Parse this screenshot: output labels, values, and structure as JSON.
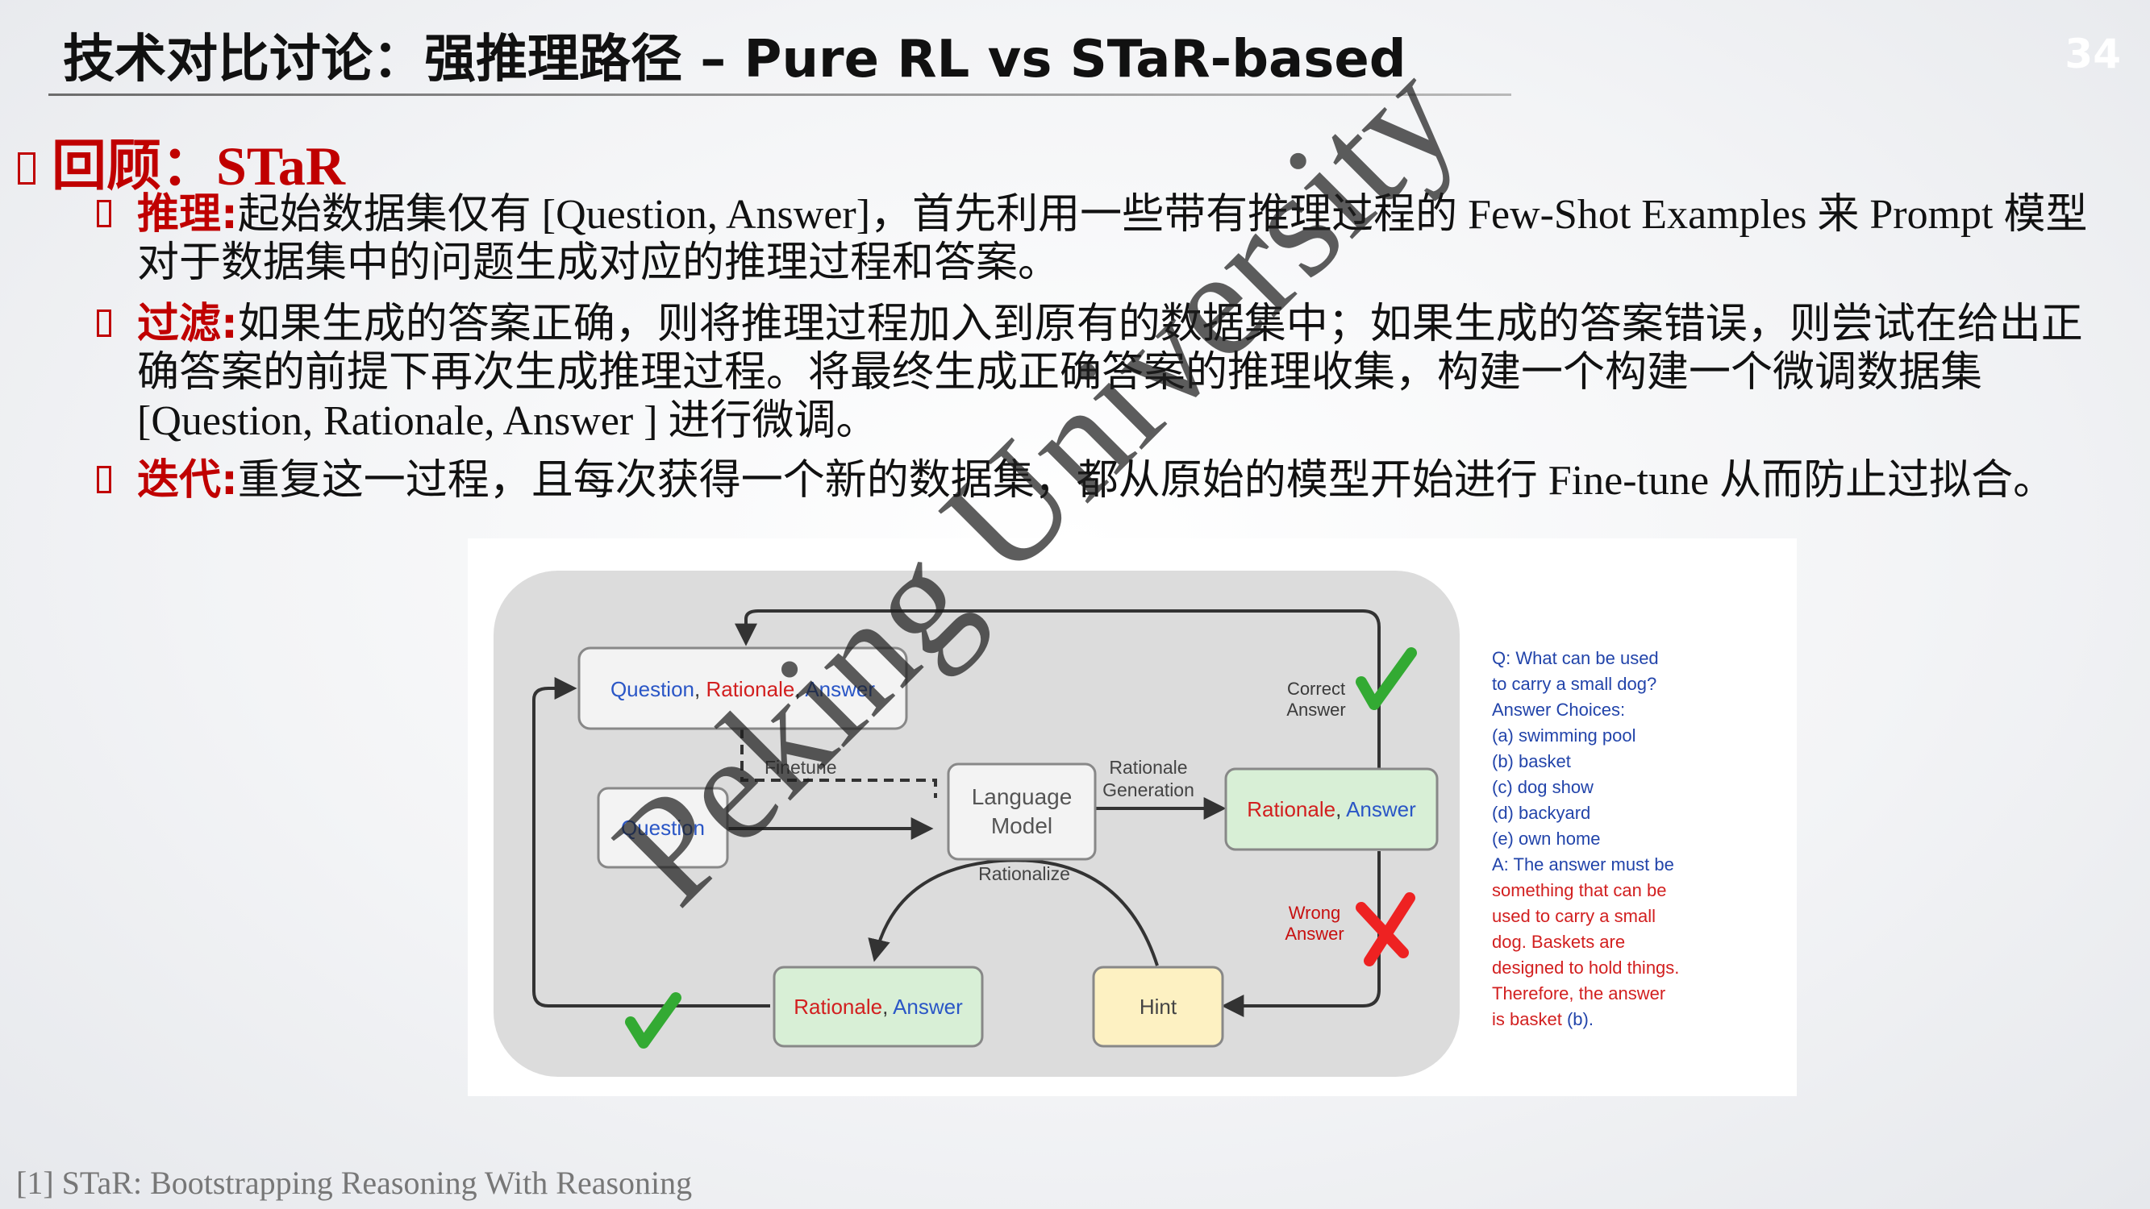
{
  "slide": {
    "title": "技术对比讨论：强推理路径 – Pure RL vs STaR-based",
    "page_number": "34",
    "section": "回顾：STaR"
  },
  "items": [
    {
      "keyword": "推理:",
      "text": "起始数据集仅有 [Question, Answer]，首先利用一些带有推理过程的 Few-Shot Examples 来 Prompt 模型对于数据集中的问题生成对应的推理过程和答案。"
    },
    {
      "keyword": "过滤:",
      "text": "如果生成的答案正确，则将推理过程加入到原有的数据集中；如果生成的答案错误，则尝试在给出正确答案的前提下再次生成推理过程。将最终生成正确答案的推理收集，构建一个构建一个微调数据集 [Question, Rationale, Answer ] 进行微调。"
    },
    {
      "keyword": "迭代:",
      "text": "重复这一过程，且每次获得一个新的数据集，都从原始的模型开始进行 Fine-tune 从而防止过拟合。"
    }
  ],
  "diagram": {
    "qra_box": {
      "question": "Question",
      "sep1": ", ",
      "rationale": "Rationale",
      "sep2": ", ",
      "answer": "Answer"
    },
    "question_box": "Question",
    "lm_box": "Language Model",
    "lm_line1": "Language",
    "lm_line2": "Model",
    "finetune_label": "Finetune",
    "rationale_generation_line1": "Rationale",
    "rationale_generation_line2": "Generation",
    "rationalize_label": "Rationalize",
    "correct_answer_line1": "Correct",
    "correct_answer_line2": "Answer",
    "wrong_answer_line1": "Wrong",
    "wrong_answer_line2": "Answer",
    "ra_right": {
      "rationale": "Rationale",
      "sep": ", ",
      "answer": "Answer"
    },
    "ra_bottom": {
      "rationale": "Rationale",
      "sep": ", ",
      "answer": "Answer"
    },
    "hint_box": "Hint",
    "colors": {
      "question": "#2a56c6",
      "rationale": "#d21f1f",
      "answer": "#2a56c6",
      "green": "#33aa33",
      "red": "#ee2222"
    },
    "example": {
      "question_lines": [
        "Q: What can be used",
        "to carry a small dog?",
        "Answer Choices:"
      ],
      "choices": [
        "(a) swimming pool",
        "(b) basket",
        "(c) dog show",
        "(d) backyard",
        "(e) own home"
      ],
      "answer_lines": [
        "A: The answer must be",
        "something that can be",
        "used to carry a small",
        "dog. Baskets are",
        "designed to hold things.",
        "Therefore, the answer"
      ],
      "final_prefix": "is basket ",
      "final_choice": "(b)."
    }
  },
  "watermark": "Peking University",
  "footnote": "[1] STaR: Bootstrapping Reasoning With Reasoning"
}
